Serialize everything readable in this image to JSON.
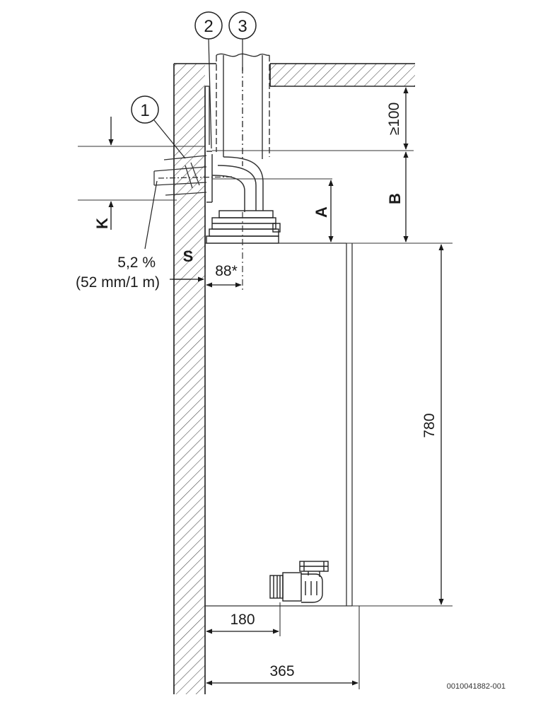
{
  "callouts": {
    "c1": "1",
    "c2": "2",
    "c3": "3"
  },
  "labels": {
    "slope_percent": "5,2 %",
    "slope_ratio": "(52 mm/1 m)",
    "S": "S",
    "K": "K",
    "A": "A",
    "B": "B"
  },
  "dimensions": {
    "clearance_top": "≥100",
    "offset_88": "88*",
    "height_780": "780",
    "depth_180": "180",
    "depth_365": "365"
  },
  "reference": "0010041882-001"
}
